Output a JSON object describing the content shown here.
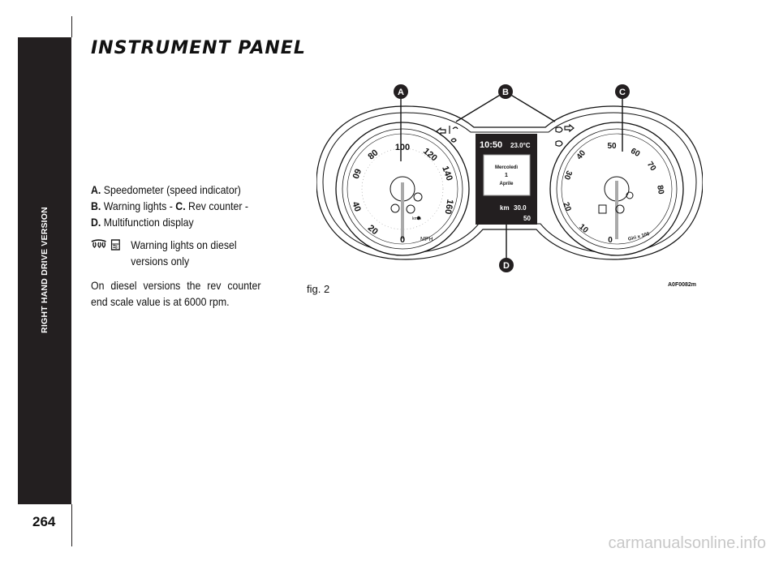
{
  "sidebar": {
    "label": "RIGHT HAND DRIVE VERSION"
  },
  "page": {
    "number": "264",
    "title": "INSTRUMENT PANEL"
  },
  "description": {
    "a_key": "A.",
    "a_text": "Speedometer (speed indicator)",
    "b_key": "B.",
    "b_text": "Warning lights -",
    "c_key": "C.",
    "c_text": "Rev counter -",
    "d_key": "D.",
    "d_text": "Multifunction display",
    "note_line1": "Warning lights on diesel",
    "note_line2": "versions only",
    "icons": [
      "glow-plug-icon",
      "water-in-fuel-icon"
    ],
    "diesel_note": "On diesel versions the rev counter end scale value is at 6000 rpm."
  },
  "figure": {
    "caption": "fig. 2",
    "code": "A0F0082m",
    "callouts": [
      "A",
      "B",
      "C",
      "D"
    ],
    "speedometer": {
      "ticks": [
        "0",
        "20",
        "40",
        "60",
        "80",
        "100",
        "120",
        "140",
        "160"
      ],
      "unit": "MPH",
      "inner_unit": "km/h"
    },
    "rev_counter": {
      "ticks": [
        "0",
        "10",
        "20",
        "30",
        "40",
        "50",
        "60",
        "70",
        "80"
      ],
      "unit": "Giri x 100"
    },
    "display": {
      "time": "10:50",
      "temperature": "23.0°C",
      "day_name": "Mercoledì",
      "day": "1",
      "month": "Aprile",
      "odometer_label": "km",
      "odometer_value": "30.0",
      "speed": "50"
    }
  },
  "watermark": "carmanualsonline.info"
}
